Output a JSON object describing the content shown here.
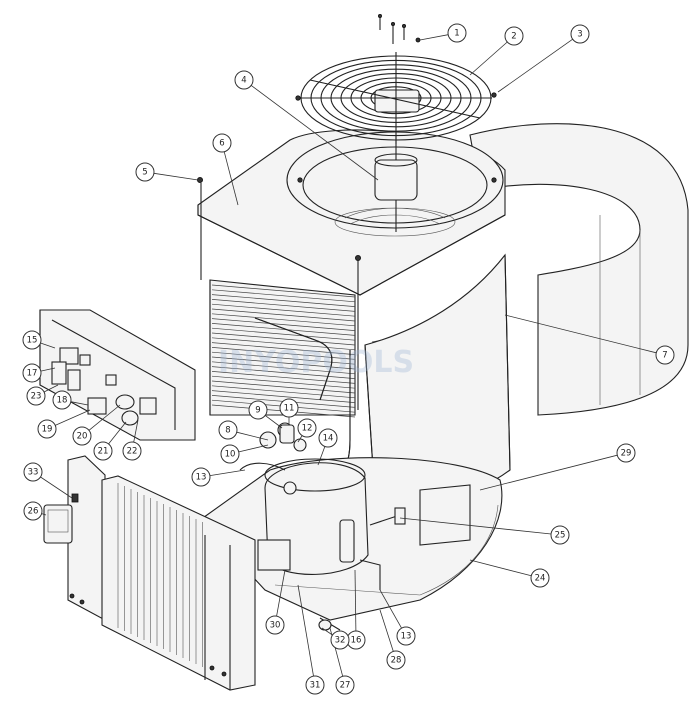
{
  "diagram": {
    "watermark_text": "INYOPOOLS",
    "callouts": [
      {
        "id": "c1",
        "label": "1"
      },
      {
        "id": "c2",
        "label": "2"
      },
      {
        "id": "c3",
        "label": "3"
      },
      {
        "id": "c4",
        "label": "4"
      },
      {
        "id": "c5",
        "label": "5"
      },
      {
        "id": "c6",
        "label": "6"
      },
      {
        "id": "c7",
        "label": "7"
      },
      {
        "id": "c8",
        "label": "8"
      },
      {
        "id": "c9",
        "label": "9"
      },
      {
        "id": "c10",
        "label": "10"
      },
      {
        "id": "c11",
        "label": "11"
      },
      {
        "id": "c12",
        "label": "12"
      },
      {
        "id": "c13a",
        "label": "13"
      },
      {
        "id": "c13b",
        "label": "13"
      },
      {
        "id": "c14",
        "label": "14"
      },
      {
        "id": "c15",
        "label": "15"
      },
      {
        "id": "c16",
        "label": "16"
      },
      {
        "id": "c17",
        "label": "17"
      },
      {
        "id": "c18",
        "label": "18"
      },
      {
        "id": "c19",
        "label": "19"
      },
      {
        "id": "c20",
        "label": "20"
      },
      {
        "id": "c21",
        "label": "21"
      },
      {
        "id": "c22",
        "label": "22"
      },
      {
        "id": "c23",
        "label": "23"
      },
      {
        "id": "c24",
        "label": "24"
      },
      {
        "id": "c25",
        "label": "25"
      },
      {
        "id": "c26",
        "label": "26"
      },
      {
        "id": "c27",
        "label": "27"
      },
      {
        "id": "c28",
        "label": "28"
      },
      {
        "id": "c29",
        "label": "29"
      },
      {
        "id": "c30",
        "label": "30"
      },
      {
        "id": "c31",
        "label": "31"
      },
      {
        "id": "c32",
        "label": "32"
      },
      {
        "id": "c33",
        "label": "33"
      }
    ]
  }
}
